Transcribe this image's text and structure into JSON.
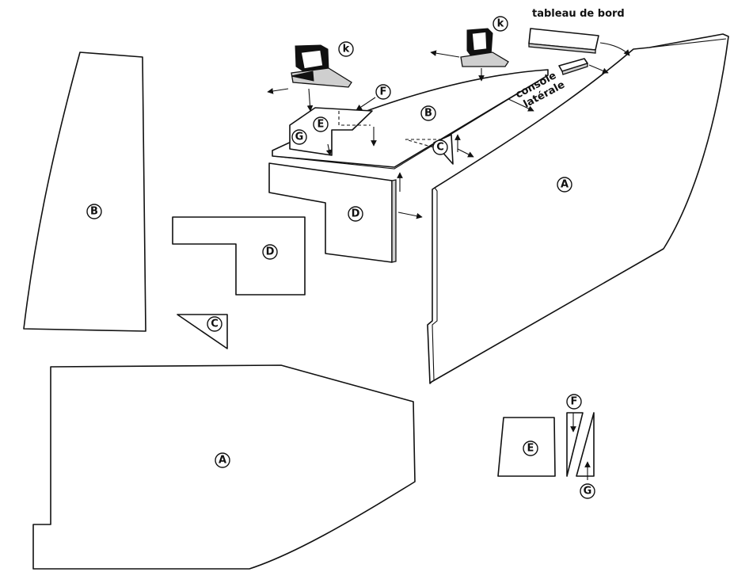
{
  "labels": {
    "A": "A",
    "B": "B",
    "C": "C",
    "D": "D",
    "E": "E",
    "F": "F",
    "G": "G",
    "K": "k"
  },
  "captions": {
    "dashboard": "tableau de bord",
    "console_line1": "console",
    "console_line2": "latérale"
  }
}
